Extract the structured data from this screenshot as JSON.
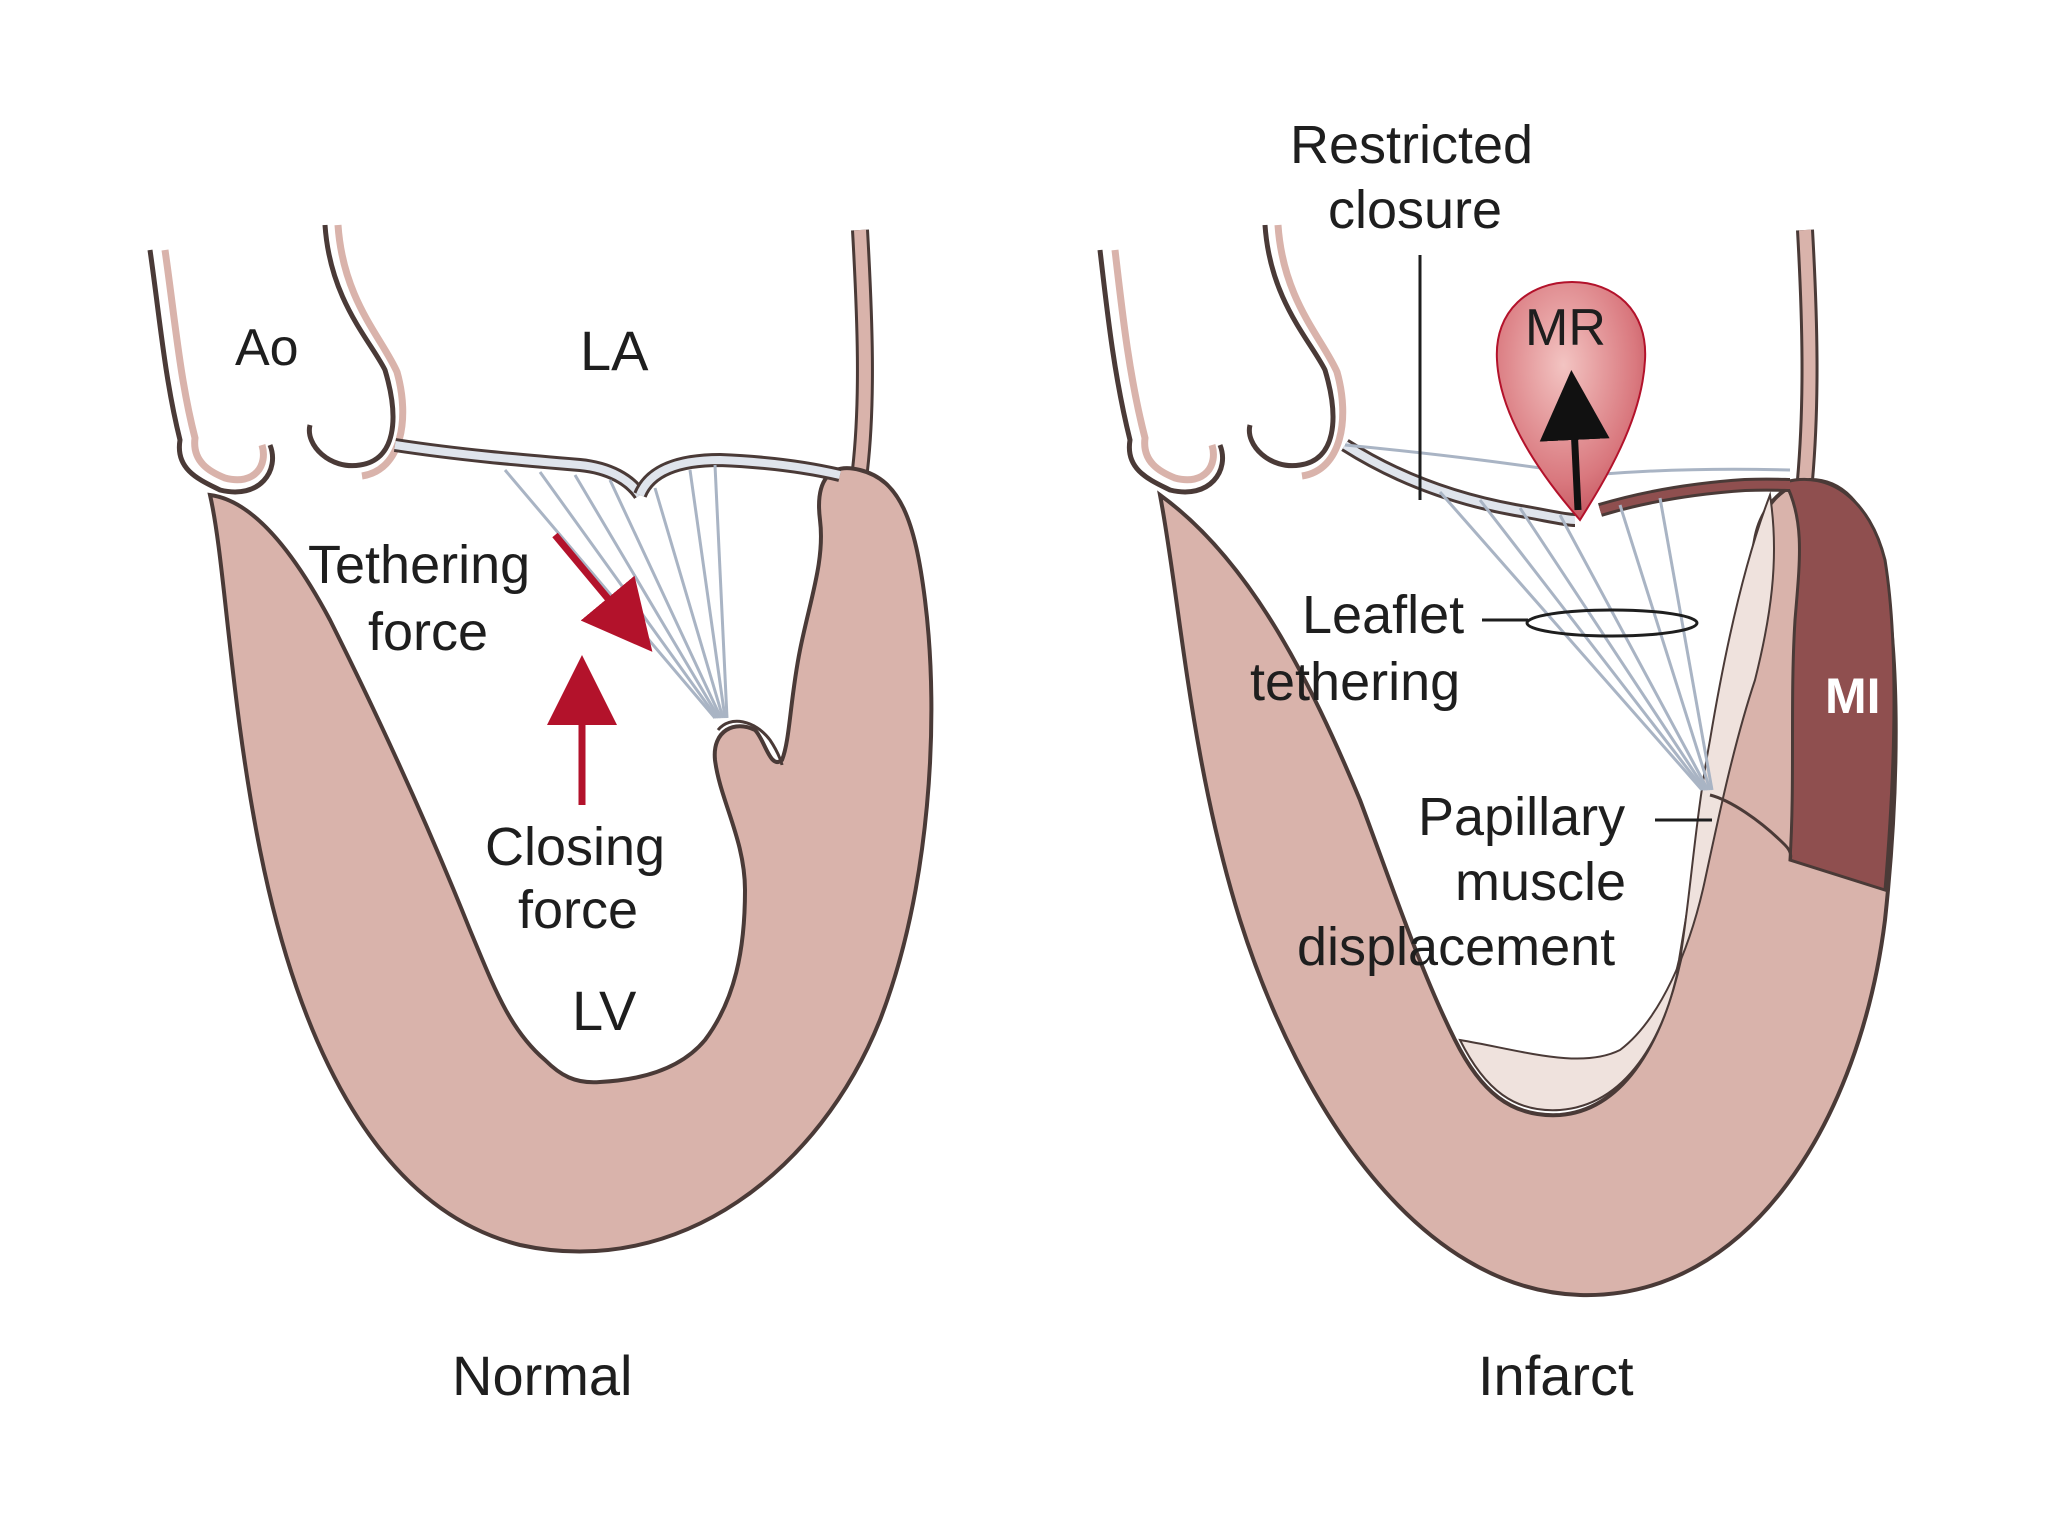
{
  "normal": {
    "caption": "Normal",
    "ao": "Ao",
    "la": "LA",
    "lv": "LV",
    "tethering_line1": "Tethering",
    "tethering_line2": "force",
    "closing_line1": "Closing",
    "closing_line2": "force"
  },
  "infarct": {
    "caption": "Infarct",
    "restricted_line1": "Restricted",
    "restricted_line2": "closure",
    "mr": "MR",
    "leaflet_line1": "Leaflet",
    "leaflet_line2": "tethering",
    "mi": "MI",
    "papillary_line1": "Papillary",
    "papillary_line2": "muscle",
    "papillary_line3": "displacement"
  },
  "colors": {
    "myocardium": "#d9b3ab",
    "myocardium_light": "#efe2dd",
    "infarct_zone": "#8f4f4f",
    "outline": "#4a3a37",
    "arrow_red": "#b3122b",
    "chordae": "#a9b4c4",
    "mr_jet": "#d9787e"
  }
}
